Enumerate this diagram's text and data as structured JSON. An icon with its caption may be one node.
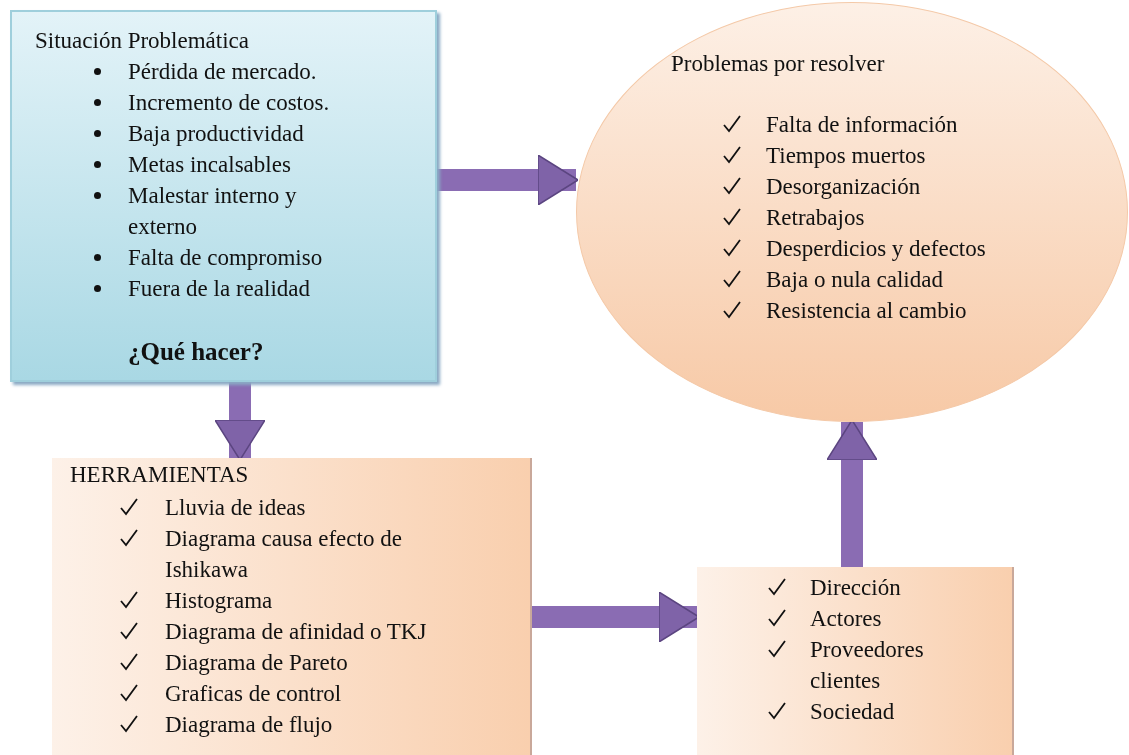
{
  "diagram": {
    "nodes": [
      {
        "text": [
          "Situación Problemática",
          "Pérdida de mercado.",
          "Incremento de costos.",
          "Baja productividad",
          "Metas incalsables",
          "Malestar interno y externo",
          "Falta de compromiso",
          "Fuera de la realidad",
          "¿Qué hacer?"
        ]
      },
      {
        "text": [
          "Problemas por resolver",
          "Falta de información",
          "Tiempos muertos",
          "Desorganización",
          "Retrabajos",
          "Desperdicios y defectos",
          "Baja o nula calidad",
          "Resistencia al cambio"
        ]
      },
      {
        "text": [
          "HERRAMIENTAS",
          "Lluvia de ideas",
          "Diagrama causa efecto de Ishikawa",
          "Histograma",
          "Diagrama de afinidad o TKJ",
          "Diagrama de Pareto",
          "Graficas de control",
          "Diagrama de flujo"
        ]
      },
      {
        "text": [
          "Dirección",
          "Actores",
          "Proveedores clientes",
          "Sociedad"
        ]
      }
    ],
    "edges": [
      {
        "from": 0,
        "to": 1,
        "arrow": "to"
      },
      {
        "from": 0,
        "to": 2,
        "arrow": "to"
      },
      {
        "from": 2,
        "to": 3,
        "arrow": "to"
      },
      {
        "from": 3,
        "to": 1,
        "arrow": "to"
      }
    ]
  }
}
